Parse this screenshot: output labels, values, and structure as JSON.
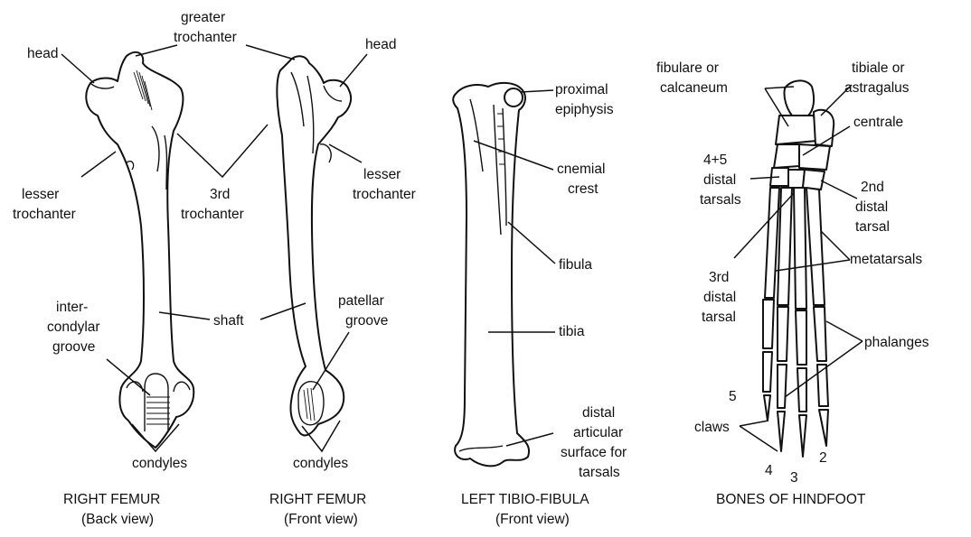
{
  "femur_back": {
    "label_head": "head",
    "label_lesser": [
      "lesser",
      "trochanter"
    ],
    "label_groove": [
      "inter-",
      "condylar",
      "groove"
    ],
    "label_condyles": "condyles",
    "caption": [
      "RIGHT FEMUR",
      "(Back view)"
    ]
  },
  "shared_femur": {
    "label_greater": [
      "greater",
      "trochanter"
    ],
    "label_third": [
      "3rd",
      "trochanter"
    ],
    "label_shaft": "shaft"
  },
  "femur_front": {
    "label_head": "head",
    "label_lesser": [
      "lesser",
      "trochanter"
    ],
    "label_patellar": [
      "patellar",
      "groove"
    ],
    "label_condyles": "condyles",
    "caption": [
      "RIGHT FEMUR",
      "(Front view)"
    ]
  },
  "tibio_fibula": {
    "label_proximal": [
      "proximal",
      "epiphysis"
    ],
    "label_cnemial": [
      "cnemial",
      "crest"
    ],
    "label_fibula": "fibula",
    "label_tibia": "tibia",
    "label_distal": [
      "distal",
      "articular",
      "surface for",
      "tarsals"
    ],
    "caption": [
      "LEFT TIBIO-FIBULA",
      "(Front view)"
    ]
  },
  "hindfoot": {
    "label_fibulare": [
      "fibulare or",
      "calcaneum"
    ],
    "label_tibiale": [
      "tibiale or",
      "astragalus"
    ],
    "label_centrale": "centrale",
    "label_45": [
      "4+5",
      "distal",
      "tarsals"
    ],
    "label_2nd": [
      "2nd",
      "distal",
      "tarsal"
    ],
    "label_metatarsals": "metatarsals",
    "label_3rd": [
      "3rd",
      "distal",
      "tarsal"
    ],
    "label_phalanges": "phalanges",
    "label_claws": "claws",
    "digit_numbers": [
      "5",
      "4",
      "3",
      "2"
    ],
    "caption": "BONES OF HINDFOOT"
  }
}
